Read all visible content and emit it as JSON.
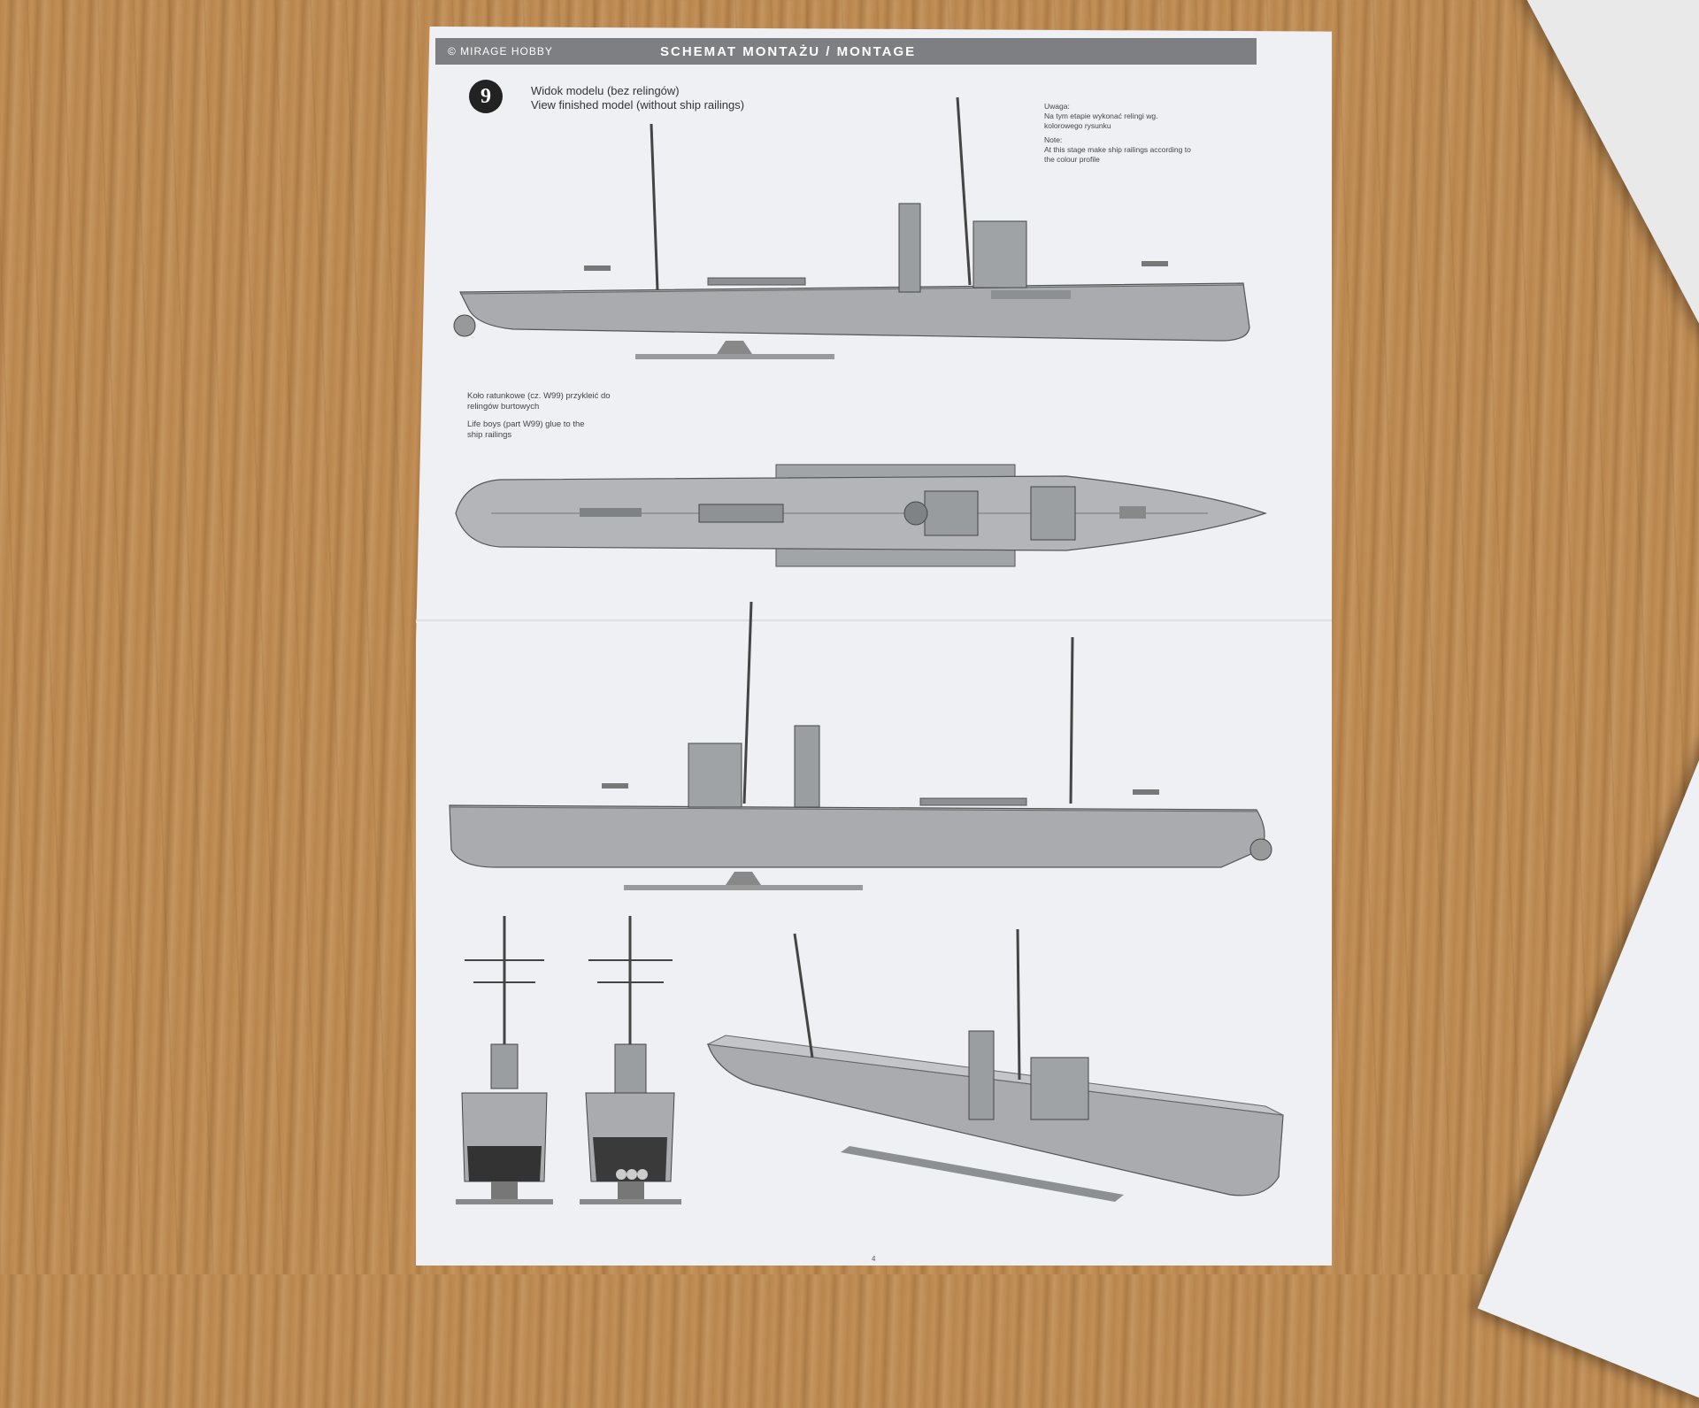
{
  "header": {
    "brand": "© MIRAGE HOBBY",
    "title": "SCHEMAT MONTAŻU / MONTAGE"
  },
  "step": {
    "number": "9",
    "caption_pl": "Widok modelu (bez relingów)",
    "caption_en": "View finished model (without ship railings)"
  },
  "note": {
    "pl_title": "Uwaga:",
    "pl_text": "Na tym etapie wykonać relingi wg. kolorowego rysunku",
    "en_title": "Note:",
    "en_text": "At this stage make ship railings according to the colour profile"
  },
  "lifebuoy_note": {
    "pl": "Koło ratunkowe (cz. W99) przykleić do relingów burtowych",
    "en": "Life boys (part W99) glue to the ship railings"
  },
  "page_number": "4",
  "colors": {
    "hull": "#a9abae",
    "hull_dark": "#8d9093",
    "paper": "#eef0f4",
    "header": "#7d7f82"
  }
}
